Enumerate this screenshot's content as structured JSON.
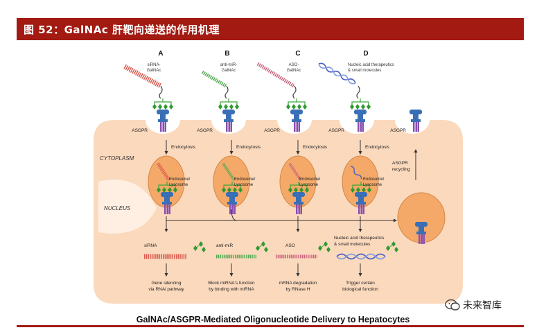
{
  "banner": {
    "title": "图 52：GalNAc 肝靶向递送的作用机理"
  },
  "caption": "GalNAc/ASGPR-Mediated Oligonucleotide Delivery to Hepatocytes",
  "watermark": {
    "text": "未来智库",
    "icon": "wechat-icon"
  },
  "diagram": {
    "regions": {
      "cytoplasm": "CYTOPLASM",
      "nucleus": "NUCLEUS"
    },
    "receptor_label": "ASGPR",
    "endocytosis_label": "Endocytosis",
    "endosome_label_line1": "Endosome/",
    "endosome_label_line2": "Lysosome",
    "recycling_line1": "ASGPR",
    "recycling_line2": "recycling",
    "columns": [
      {
        "letter": "A",
        "top_line1": "siRNA-",
        "top_line2": "GalNAc",
        "drug_label": "siRNA",
        "outcome_line1": "Gene silencing",
        "outcome_line2": "via RNAi pathway"
      },
      {
        "letter": "B",
        "top_line1": "anti-miR-",
        "top_line2": "GalNAc",
        "drug_label": "anti-miR",
        "outcome_line1": "Block miRNA's function",
        "outcome_line2": "by binding with miRNA"
      },
      {
        "letter": "C",
        "top_line1": "ASO-",
        "top_line2": "GalNAc",
        "drug_label": "ASO",
        "outcome_line1": "mRNA degradation",
        "outcome_line2": "by RNase H"
      },
      {
        "letter": "D",
        "top_line1": "Nucleic acid therapeutics",
        "top_line2": "& small molecules",
        "drug_label_line1": "Nucleic acid therapeutics",
        "drug_label_line2": "& small molecules",
        "outcome_line1": "Trigger certain",
        "outcome_line2": "biological function"
      }
    ]
  },
  "colors": {
    "banner": "#a31a12",
    "cell": "#fbd9bd",
    "endosome": "#f4a968",
    "receptor": "#3a6fb5",
    "stalk": "#8a4fb0",
    "galnac": "#3aa63a"
  }
}
